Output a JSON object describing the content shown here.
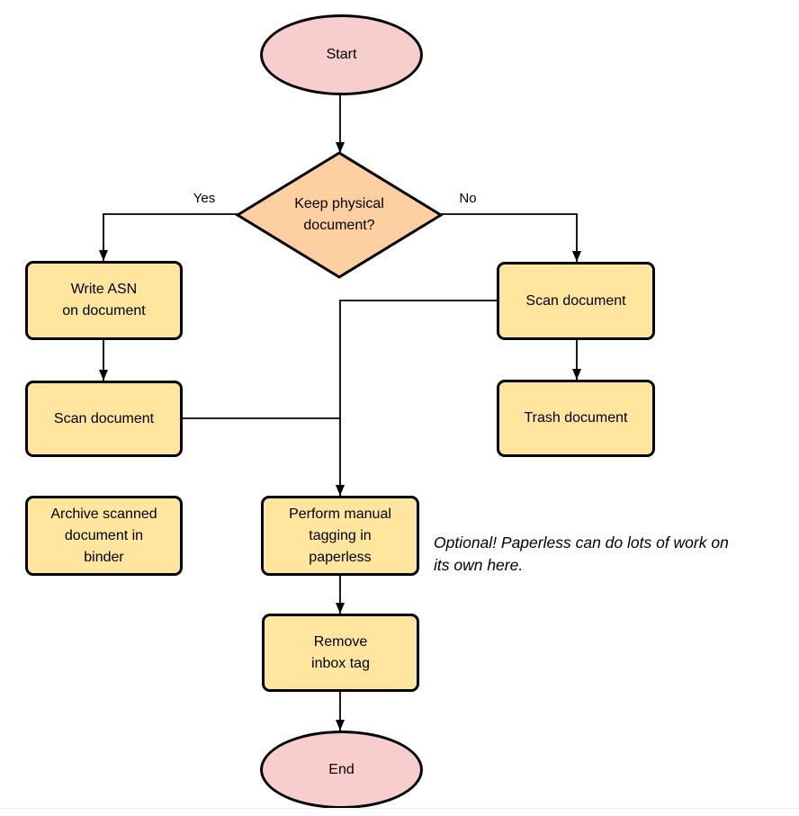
{
  "flowchart": {
    "nodes": {
      "start": {
        "label": "Start"
      },
      "decision": {
        "label": "Keep physical\ndocument?"
      },
      "write_asn": {
        "label": "Write ASN\non document"
      },
      "scan_left": {
        "label": "Scan document"
      },
      "archive": {
        "label": "Archive scanned\ndocument in\nbinder"
      },
      "scan_right": {
        "label": "Scan document"
      },
      "trash": {
        "label": "Trash document"
      },
      "tagging": {
        "label": "Perform manual\ntagging in\npaperless"
      },
      "remove_inbox": {
        "label": "Remove\ninbox tag"
      },
      "end": {
        "label": "End"
      }
    },
    "edge_labels": {
      "yes": "Yes",
      "no": "No"
    },
    "annotation": {
      "text": "Optional! Paperless can do lots of work on\nits own here."
    },
    "colors": {
      "terminal_fill": "#f8cdce",
      "decision_fill": "#fed0a1",
      "process_fill": "#ffe59e",
      "stroke": "#000000"
    }
  }
}
